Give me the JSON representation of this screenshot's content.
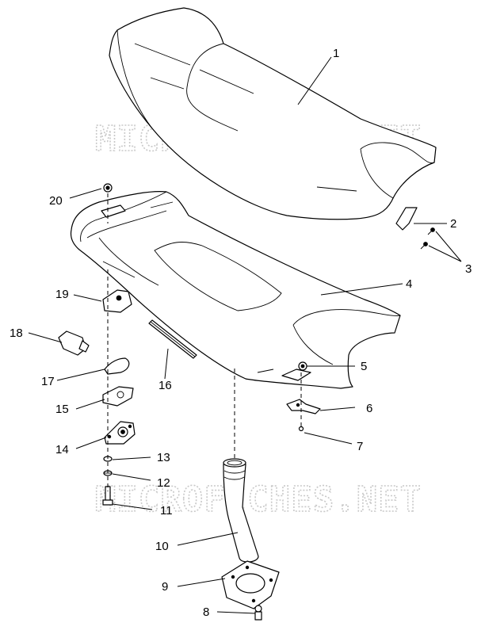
{
  "watermark": "MICROFICHES.NET",
  "callouts": [
    {
      "num": "1"
    },
    {
      "num": "2"
    },
    {
      "num": "3"
    },
    {
      "num": "4"
    },
    {
      "num": "5"
    },
    {
      "num": "6"
    },
    {
      "num": "7"
    },
    {
      "num": "8"
    },
    {
      "num": "9"
    },
    {
      "num": "10"
    },
    {
      "num": "11"
    },
    {
      "num": "12"
    },
    {
      "num": "13"
    },
    {
      "num": "14"
    },
    {
      "num": "15"
    },
    {
      "num": "16"
    },
    {
      "num": "17"
    },
    {
      "num": "18"
    },
    {
      "num": "19"
    },
    {
      "num": "20"
    }
  ]
}
